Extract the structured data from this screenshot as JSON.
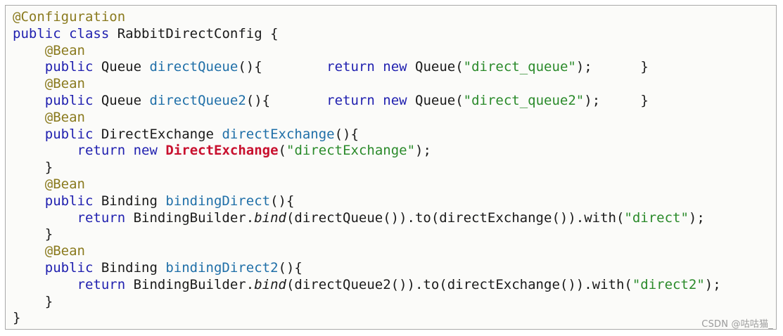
{
  "code_lines": [
    [
      [
        "ann",
        "@Configuration"
      ]
    ],
    [
      [
        "kw",
        "public"
      ],
      [
        "plain",
        " "
      ],
      [
        "kw",
        "class"
      ],
      [
        "plain",
        " RabbitDirectConfig {"
      ]
    ],
    [
      [
        "plain",
        "    "
      ],
      [
        "ann",
        "@Bean"
      ]
    ],
    [
      [
        "plain",
        "    "
      ],
      [
        "kw",
        "public"
      ],
      [
        "plain",
        " Queue "
      ],
      [
        "fn",
        "directQueue"
      ],
      [
        "plain",
        "(){        "
      ],
      [
        "kw",
        "return"
      ],
      [
        "plain",
        " "
      ],
      [
        "kw",
        "new"
      ],
      [
        "plain",
        " Queue("
      ],
      [
        "str",
        "\"direct_queue\""
      ],
      [
        "plain",
        ");      }"
      ]
    ],
    [
      [
        "plain",
        "    "
      ],
      [
        "ann",
        "@Bean"
      ]
    ],
    [
      [
        "plain",
        "    "
      ],
      [
        "kw",
        "public"
      ],
      [
        "plain",
        " Queue "
      ],
      [
        "fn",
        "directQueue2"
      ],
      [
        "plain",
        "(){       "
      ],
      [
        "kw",
        "return"
      ],
      [
        "plain",
        " "
      ],
      [
        "kw",
        "new"
      ],
      [
        "plain",
        " Queue("
      ],
      [
        "str",
        "\"direct_queue2\""
      ],
      [
        "plain",
        ");     }"
      ]
    ],
    [
      [
        "plain",
        "    "
      ],
      [
        "ann",
        "@Bean"
      ]
    ],
    [
      [
        "plain",
        "    "
      ],
      [
        "kw",
        "public"
      ],
      [
        "plain",
        " DirectExchange "
      ],
      [
        "fn",
        "directExchange"
      ],
      [
        "plain",
        "(){"
      ]
    ],
    [
      [
        "plain",
        "        "
      ],
      [
        "kw",
        "return"
      ],
      [
        "plain",
        " "
      ],
      [
        "kw",
        "new"
      ],
      [
        "plain",
        " "
      ],
      [
        "hl",
        "DirectExchange"
      ],
      [
        "plain",
        "("
      ],
      [
        "str",
        "\"directExchange\""
      ],
      [
        "plain",
        ");"
      ]
    ],
    [
      [
        "plain",
        "    }"
      ]
    ],
    [
      [
        "plain",
        "    "
      ],
      [
        "ann",
        "@Bean"
      ]
    ],
    [
      [
        "plain",
        "    "
      ],
      [
        "kw",
        "public"
      ],
      [
        "plain",
        " Binding "
      ],
      [
        "fn",
        "bindingDirect"
      ],
      [
        "plain",
        "(){"
      ]
    ],
    [
      [
        "plain",
        "        "
      ],
      [
        "kw",
        "return"
      ],
      [
        "plain",
        " BindingBuilder."
      ],
      [
        "ital",
        "bind"
      ],
      [
        "plain",
        "(directQueue()).to(directExchange()).with("
      ],
      [
        "str",
        "\"direct\""
      ],
      [
        "plain",
        ");"
      ]
    ],
    [
      [
        "plain",
        "    }"
      ]
    ],
    [
      [
        "plain",
        "    "
      ],
      [
        "ann",
        "@Bean"
      ]
    ],
    [
      [
        "plain",
        "    "
      ],
      [
        "kw",
        "public"
      ],
      [
        "plain",
        " Binding "
      ],
      [
        "fn",
        "bindingDirect2"
      ],
      [
        "plain",
        "(){"
      ]
    ],
    [
      [
        "plain",
        "        "
      ],
      [
        "kw",
        "return"
      ],
      [
        "plain",
        " BindingBuilder."
      ],
      [
        "ital",
        "bind"
      ],
      [
        "plain",
        "(directQueue2()).to(directExchange()).with("
      ],
      [
        "str",
        "\"direct2\""
      ],
      [
        "plain",
        ");"
      ]
    ],
    [
      [
        "plain",
        "    }"
      ]
    ],
    [
      [
        "plain",
        "}"
      ]
    ]
  ],
  "watermark": "CSDN @咕咕猫_",
  "colors": {
    "keyword": "#1f1faf",
    "annotation": "#8a7a1e",
    "method": "#1f6fa8",
    "string": "#2a8a2a",
    "highlight": "#c8102e",
    "background": "#fbfbf9"
  }
}
